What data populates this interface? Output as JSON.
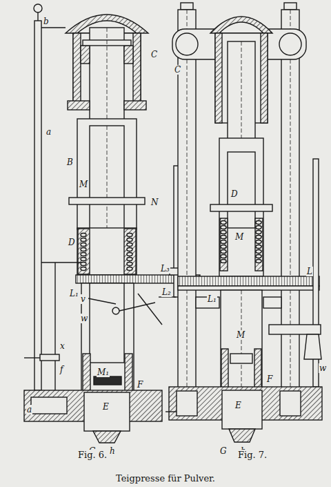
{
  "diagram": {
    "caption": "Teigpresse für Pulver.",
    "labels": [
      "b",
      "C",
      "a",
      "B",
      "M",
      "D",
      "N",
      "L₃",
      "L₂",
      "L₁",
      "v",
      "w",
      "x",
      "f",
      "M₁",
      "F",
      "a",
      "E",
      "G",
      "h",
      "C",
      "D",
      "M",
      "L",
      "L₁",
      "w",
      "M",
      "F",
      "E",
      "G",
      "h",
      "Fig. 6.",
      "Fig. 7."
    ]
  }
}
